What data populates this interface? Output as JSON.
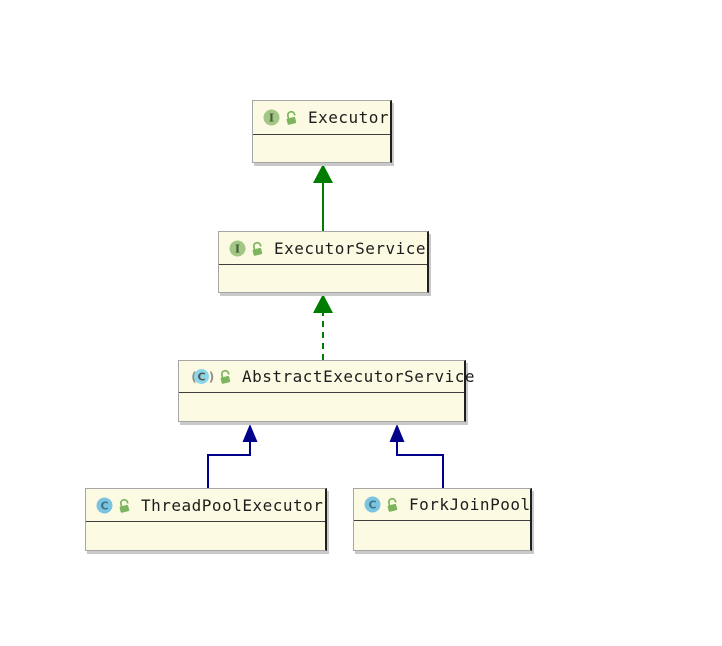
{
  "diagram": {
    "type": "uml-class-diagram",
    "background": "#ffffff",
    "node_fill": "#fdfae3",
    "node_border": "#a6a6a6",
    "node_border_dark": "#1f1f1f",
    "separator_color": "#3e3e3e",
    "label_color": "#1d1d1d",
    "icon_colors": {
      "interface_circle": "#a3c585",
      "interface_letter": "#3f5c33",
      "class_circle": "#7ac4df",
      "class_letter": "#3f7287",
      "abstract_circle": "#8bd7e9",
      "abstract_letter": "#555555",
      "abstract_parens": "#8f8f8f",
      "lock_green": "#7cb55e"
    },
    "nodes": [
      {
        "label": "Executor",
        "kind": "interface",
        "icon_letter": "I",
        "visibility_icon": "open-lock"
      },
      {
        "label": "ExecutorService",
        "kind": "interface",
        "icon_letter": "I",
        "visibility_icon": "open-lock"
      },
      {
        "label": "AbstractExecutorService",
        "kind": "abstract-class",
        "icon_letter": "C",
        "paren_left": "(",
        "paren_right": ")",
        "visibility_icon": "open-lock"
      },
      {
        "label": "ThreadPoolExecutor",
        "kind": "class",
        "icon_letter": "C",
        "visibility_icon": "open-lock"
      },
      {
        "label": "ForkJoinPool",
        "kind": "class",
        "icon_letter": "C",
        "visibility_icon": "open-lock"
      }
    ],
    "edges": [
      {
        "from": "ExecutorService",
        "to": "Executor",
        "relation": "extends",
        "line": "solid",
        "color": "#007d00"
      },
      {
        "from": "AbstractExecutorService",
        "to": "ExecutorService",
        "relation": "implements",
        "line": "dashed",
        "color": "#007d00"
      },
      {
        "from": "ThreadPoolExecutor",
        "to": "AbstractExecutorService",
        "relation": "extends",
        "line": "solid",
        "color": "#00008b"
      },
      {
        "from": "ForkJoinPool",
        "to": "AbstractExecutorService",
        "relation": "extends",
        "line": "solid",
        "color": "#00008b"
      }
    ]
  }
}
